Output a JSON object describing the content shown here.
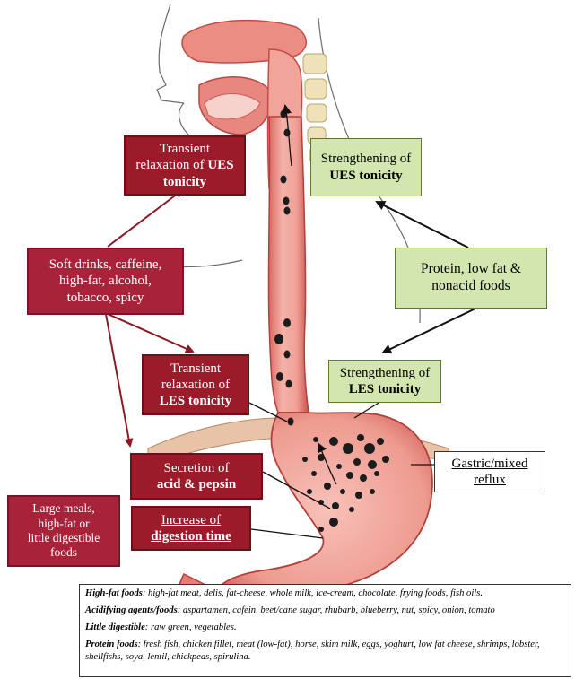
{
  "boxes": {
    "ues_relax": {
      "line1": "Transient",
      "line2_pre": "relaxation of ",
      "line2_bold": "UES",
      "line3_bold": "tonicity"
    },
    "ues_strength": {
      "line1": "Strengthening of",
      "line2_bold": "UES tonicity"
    },
    "triggers": {
      "lines": [
        "Soft drinks, caffeine,",
        "high-fat, alcohol,",
        "tobacco, spicy"
      ]
    },
    "protein": {
      "lines": [
        "Protein, low fat &",
        "nonacid foods"
      ]
    },
    "les_relax": {
      "line1": "Transient",
      "line2": "relaxation of",
      "line3_bold": "LES tonicity"
    },
    "les_strength": {
      "line1": "Strengthening of",
      "line2_bold": "LES tonicity"
    },
    "acid": {
      "line1": "Secretion of",
      "line2_bold": "acid & pepsin"
    },
    "reflux": {
      "line1": "Gastric/mixed",
      "line2": "reflux"
    },
    "large_meals": {
      "lines": [
        "Large meals,",
        "high-fat or",
        "little digestible",
        "foods"
      ]
    },
    "digestion": {
      "line1": "Increase of",
      "line2_bold": "digestion time"
    }
  },
  "legend": [
    {
      "key": "High-fat foods",
      "text": ": high-fat meat, delis, fat-cheese, whole milk, ice-cream, chocolate, frying foods, fish oils."
    },
    {
      "key": "Acidifying agents/foods",
      "text": ": aspartamen, cafein, beet/cane sugar, rhubarb, blueberry, nut, spicy, onion, tomato"
    },
    {
      "key": "Little digestible",
      "text": ": raw green, vegetables."
    },
    {
      "key": "Protein foods",
      "text": ": fresh fish, chicken fillet, meat (low-fat), horse, skim milk, eggs, yoghurt, low fat cheese, shrimps, lobster, shellfishs, soya, lentil, chickpeas, spirulina."
    }
  ],
  "colors": {
    "red_box": "#9b1b2a",
    "green_box": "#d4e6b0",
    "tissue": "#f0a49a",
    "lumen": "#f2b3ab",
    "arrow_red": "#8b1a26",
    "arrow_black": "#111111"
  }
}
